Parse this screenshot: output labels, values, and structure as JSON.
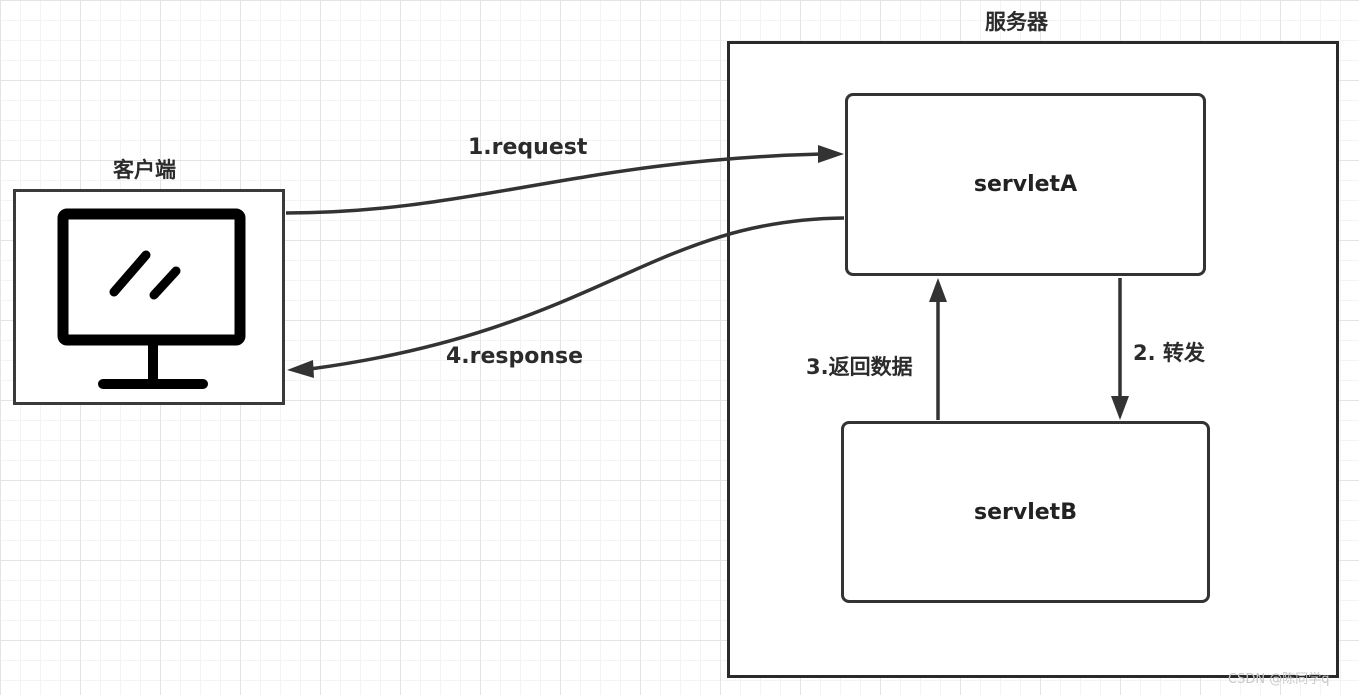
{
  "server": {
    "title": "服务器",
    "servlet_a": "servletA",
    "servlet_b": "servletB"
  },
  "client": {
    "title": "客户端",
    "icon": "computer-monitor-icon"
  },
  "arrows": {
    "request": "1.request",
    "forward": "2. 转发",
    "return_data": "3.返回数据",
    "response": "4.response"
  },
  "watermark": "CSDN @陈同学q",
  "colors": {
    "line": "#333333",
    "box_border": "#2a2a2a",
    "text": "#2b2b2b"
  }
}
